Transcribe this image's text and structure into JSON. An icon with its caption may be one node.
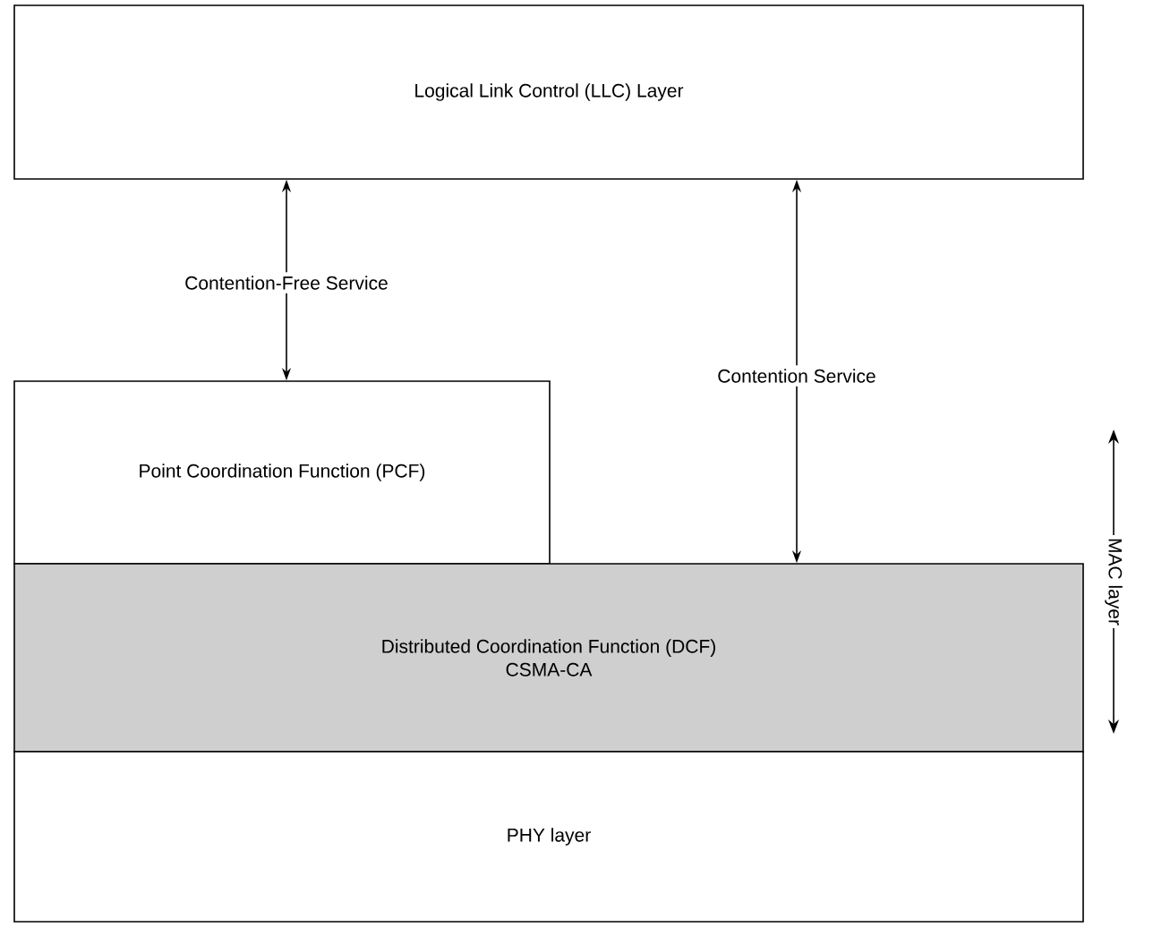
{
  "diagram": {
    "nodes": [
      {
        "text": [
          "Logical Link Control (LLC) Layer"
        ]
      },
      {
        "text": [
          "Point Coordination Function (PCF)"
        ]
      },
      {
        "text": [
          "Distributed Coordination Function (DCF)",
          "CSMA-CA"
        ]
      },
      {
        "text": [
          "PHY layer"
        ]
      }
    ],
    "edges": [
      {
        "from": 0,
        "to": 1,
        "arrow": "both",
        "label": "Contention-Free Service"
      },
      {
        "from": 0,
        "to": 2,
        "arrow": "both",
        "label": "Contention Service"
      }
    ],
    "labels": [
      "MAC layer"
    ]
  }
}
